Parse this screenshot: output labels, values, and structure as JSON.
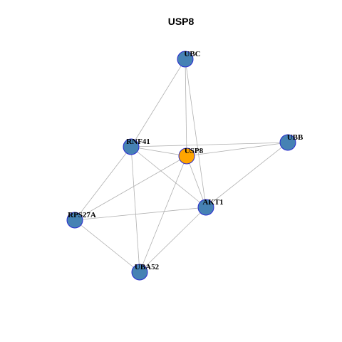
{
  "title": "USP8",
  "colors": {
    "default_node": "#4682b4",
    "focus_node": "#ffa500",
    "node_border": "#2a2ad0",
    "edge": "#b0b0b0"
  },
  "focus": "USP8",
  "nodes": [
    {
      "id": "UBC",
      "label": "UBC"
    },
    {
      "id": "RNF41",
      "label": "RNF41"
    },
    {
      "id": "USP8",
      "label": "USP8"
    },
    {
      "id": "UBB",
      "label": "UBB"
    },
    {
      "id": "AKT1",
      "label": "AKT1"
    },
    {
      "id": "RPS27A",
      "label": "RPS27A"
    },
    {
      "id": "UBA52",
      "label": "UBA52"
    }
  ],
  "edges": [
    [
      "UBC",
      "RNF41"
    ],
    [
      "UBC",
      "USP8"
    ],
    [
      "UBC",
      "AKT1"
    ],
    [
      "RNF41",
      "USP8"
    ],
    [
      "RNF41",
      "UBB"
    ],
    [
      "RNF41",
      "AKT1"
    ],
    [
      "RNF41",
      "RPS27A"
    ],
    [
      "RNF41",
      "UBA52"
    ],
    [
      "USP8",
      "UBB"
    ],
    [
      "USP8",
      "AKT1"
    ],
    [
      "USP8",
      "RPS27A"
    ],
    [
      "USP8",
      "UBA52"
    ],
    [
      "UBB",
      "AKT1"
    ],
    [
      "AKT1",
      "RPS27A"
    ],
    [
      "AKT1",
      "UBA52"
    ],
    [
      "RPS27A",
      "UBA52"
    ]
  ]
}
